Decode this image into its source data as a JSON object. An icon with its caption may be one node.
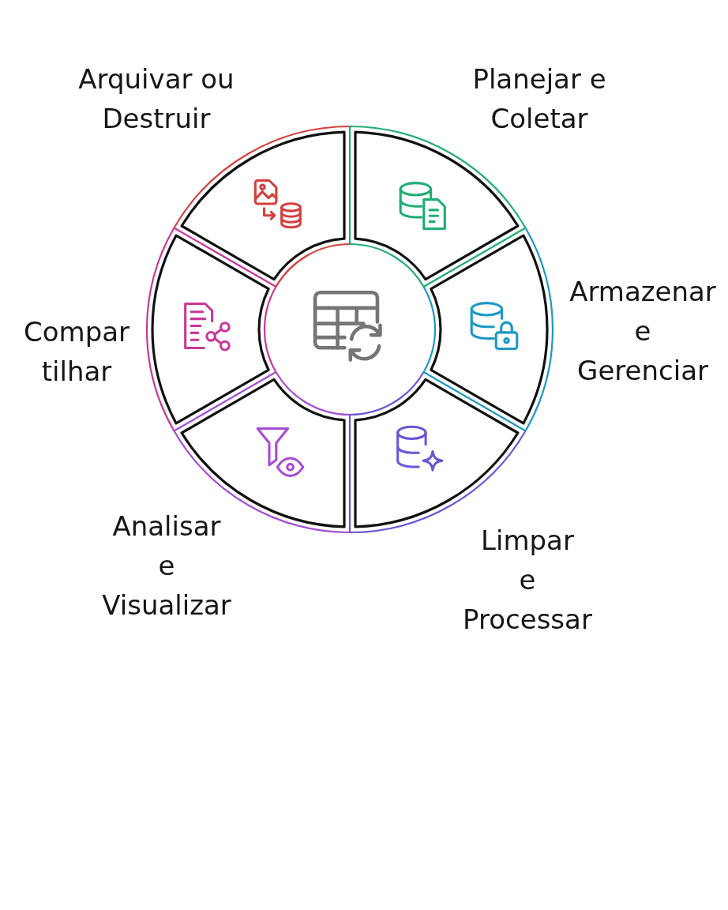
{
  "diagram": {
    "nodes": [
      {
        "text": [
          "Planejar e Coletar"
        ]
      },
      {
        "text": [
          "Armazenar e Gerenciar"
        ]
      },
      {
        "text": [
          "Limpar e Processar"
        ]
      },
      {
        "text": [
          "Analisar e Visualizar"
        ]
      },
      {
        "text": [
          "Compar tilhar"
        ]
      },
      {
        "text": [
          "Arquivar ou Destruir"
        ]
      },
      {
        "text": [],
        "shape": "circle"
      }
    ]
  }
}
